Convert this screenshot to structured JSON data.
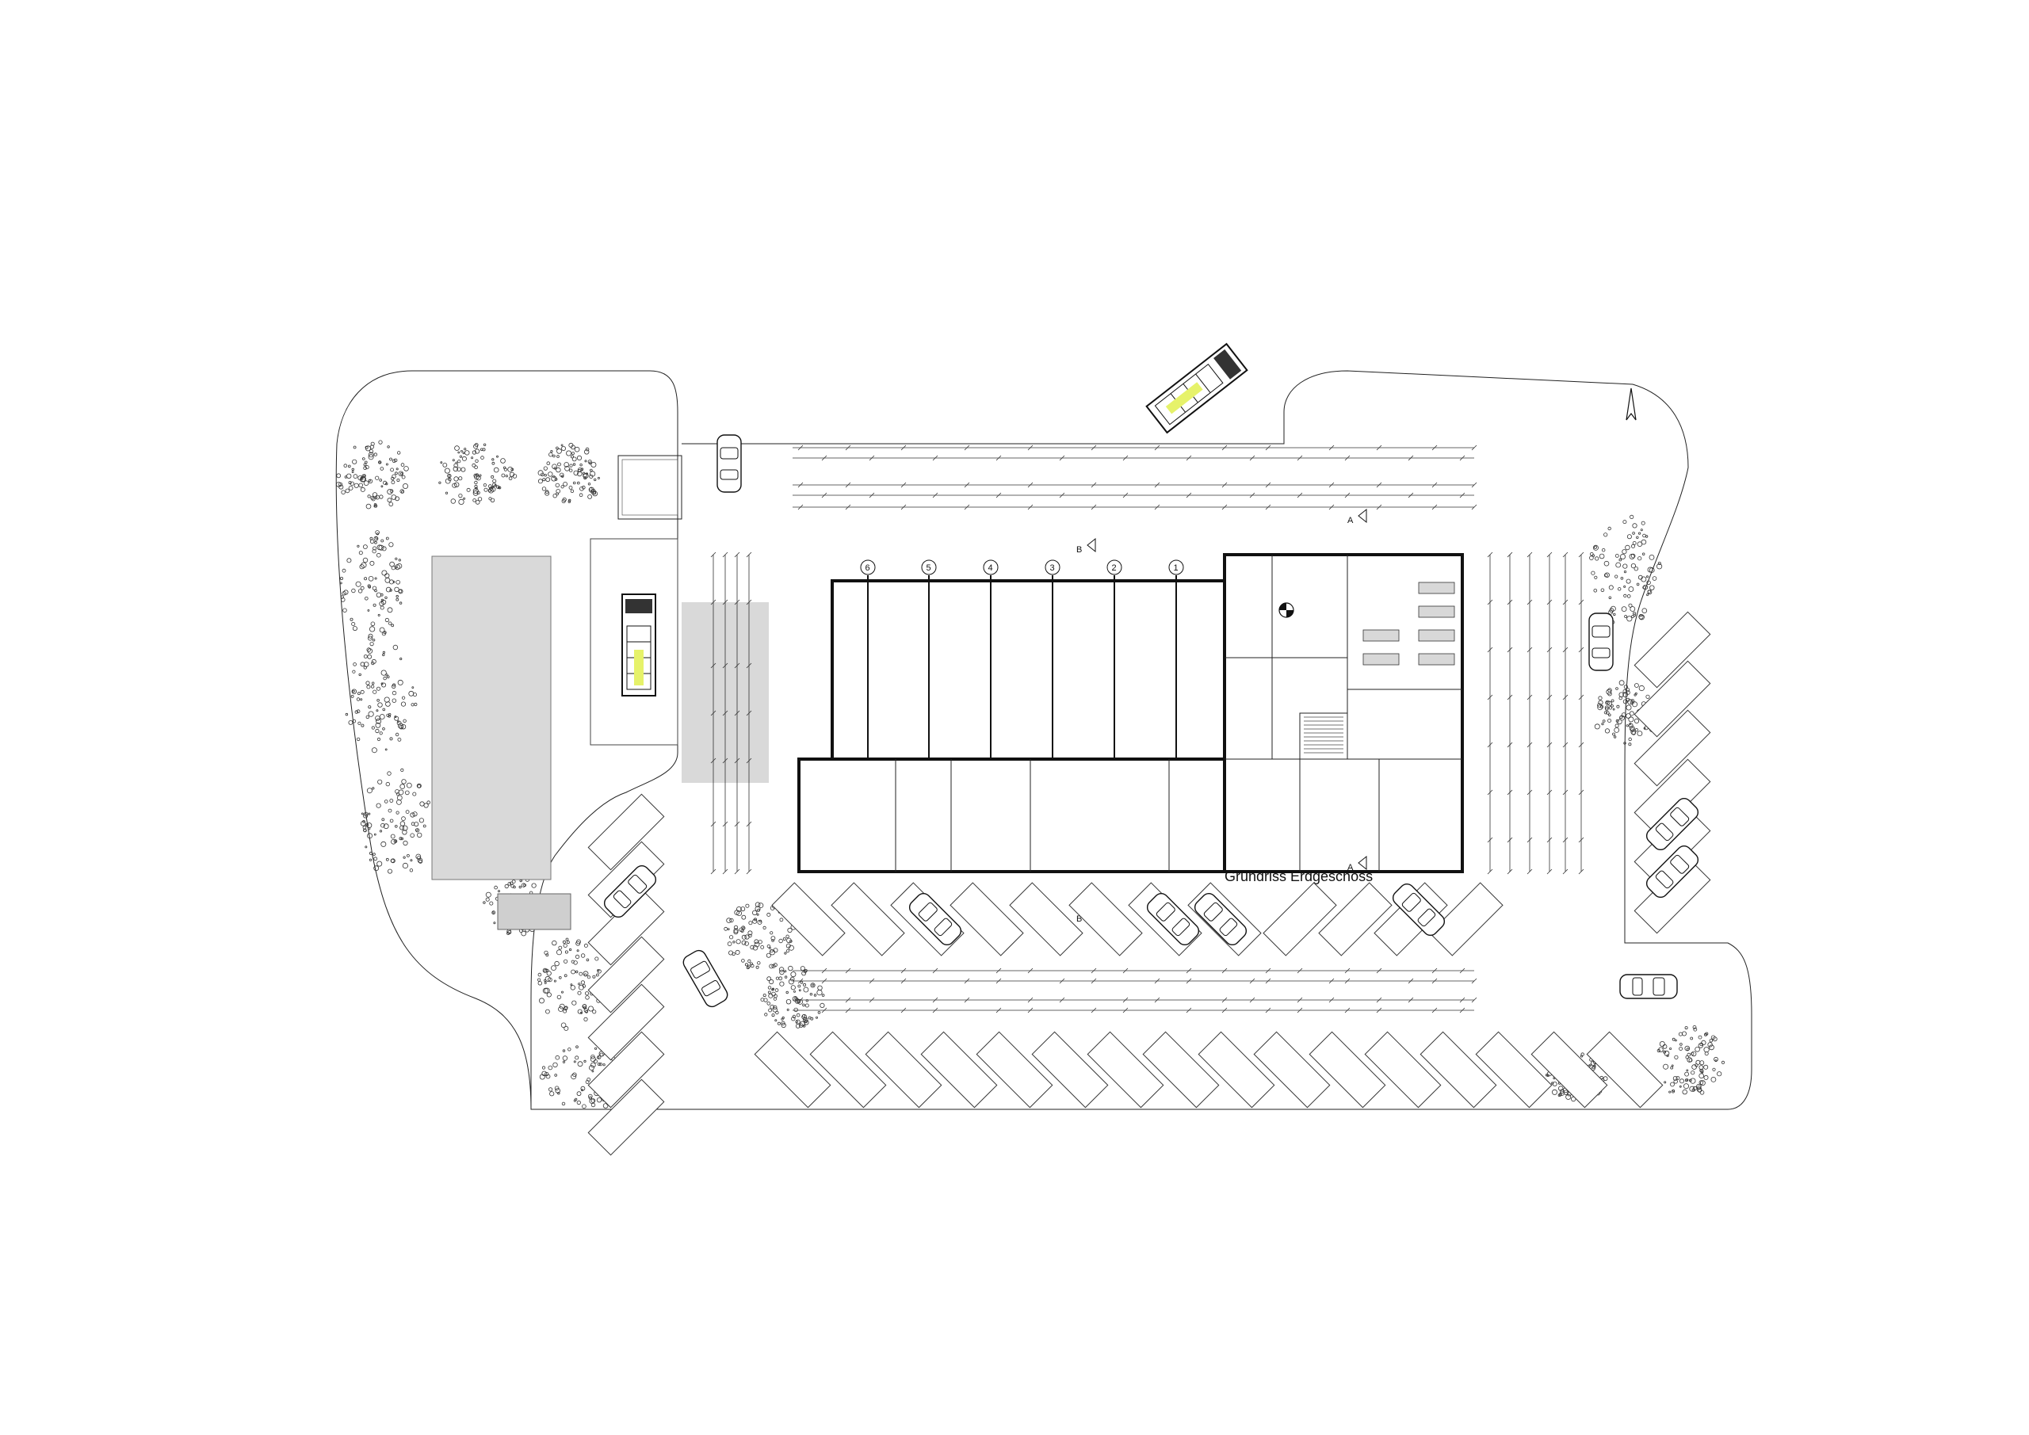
{
  "drawing": {
    "title": "Grundriss Erdgeschoss",
    "axes": [
      "6",
      "5",
      "4",
      "3",
      "2",
      "1"
    ],
    "section_marks": [
      "B",
      "B",
      "A",
      "A"
    ]
  },
  "rooms": [
    {
      "key": "fahrzeughalle",
      "label": "",
      "area": ""
    },
    {
      "key": "lager",
      "label": "",
      "area": ""
    },
    {
      "key": "werkstatt",
      "label": "",
      "area": ""
    },
    {
      "key": "kleiderkammer",
      "label": "",
      "area": ""
    },
    {
      "key": "haustechnik",
      "label": "",
      "area": ""
    },
    {
      "key": "funk",
      "label": "",
      "area": ""
    },
    {
      "key": "umkl-herren",
      "label": "",
      "area": ""
    },
    {
      "key": "foyer",
      "label": "",
      "area": ""
    },
    {
      "key": "umkl-damen",
      "label": "",
      "area": ""
    }
  ],
  "site": {
    "labels": [
      "",
      "",
      "",
      ""
    ]
  }
}
